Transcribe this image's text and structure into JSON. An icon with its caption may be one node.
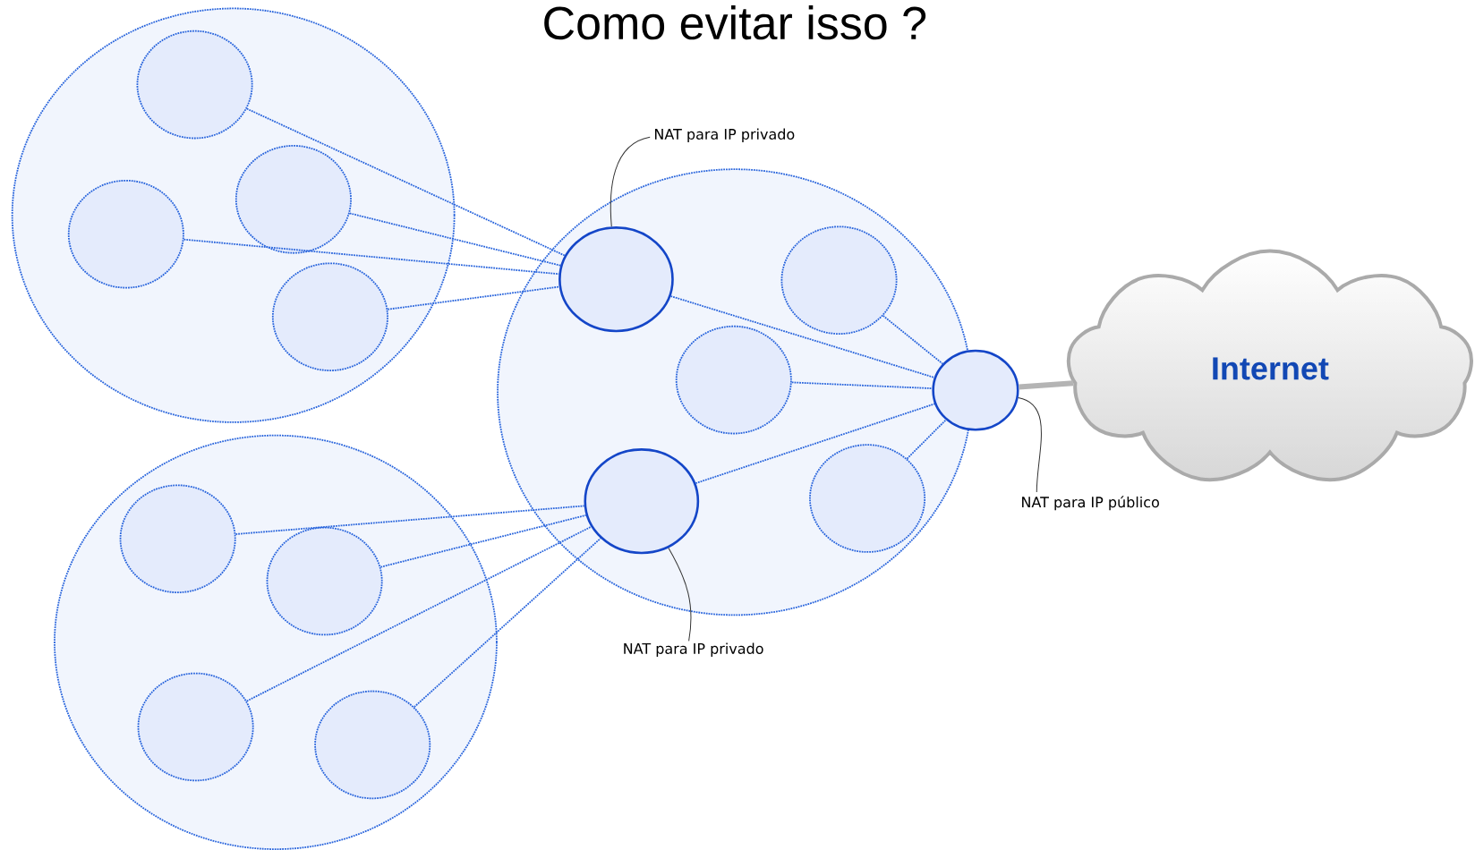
{
  "diagram": {
    "title": "Como evitar isso ?",
    "nodes": [
      {
        "text": [],
        "shape": "circle"
      },
      {
        "text": [],
        "shape": "circle",
        "in": 0
      },
      {
        "text": [],
        "shape": "circle",
        "in": 0
      },
      {
        "text": [],
        "shape": "circle",
        "in": 0
      },
      {
        "text": [],
        "shape": "circle",
        "in": 0
      },
      {
        "text": [],
        "shape": "circle"
      },
      {
        "text": [],
        "shape": "circle",
        "in": 5
      },
      {
        "text": [],
        "shape": "circle",
        "in": 5
      },
      {
        "text": [],
        "shape": "circle",
        "in": 5
      },
      {
        "text": [],
        "shape": "circle",
        "in": 5
      },
      {
        "text": [],
        "shape": "circle"
      },
      {
        "text": [],
        "shape": "circle",
        "in": 10
      },
      {
        "text": [],
        "shape": "circle",
        "in": 10
      },
      {
        "text": [],
        "shape": "circle",
        "in": 10
      },
      {
        "text": [],
        "shape": "circle",
        "in": 10
      },
      {
        "text": [],
        "shape": "circle",
        "in": 10
      },
      {
        "text": [],
        "shape": "circle"
      },
      {
        "text": [
          "Internet"
        ]
      },
      {
        "text": [
          "NAT para IP privado"
        ]
      },
      {
        "text": [
          "NAT para IP privado"
        ]
      },
      {
        "text": [
          "NAT para IP público"
        ]
      }
    ],
    "edges": [
      {
        "from": 1,
        "to": 11,
        "arrow": "none",
        "style": "dashed"
      },
      {
        "from": 2,
        "to": 11,
        "arrow": "none",
        "style": "dashed"
      },
      {
        "from": 3,
        "to": 11,
        "arrow": "none",
        "style": "dashed"
      },
      {
        "from": 4,
        "to": 11,
        "arrow": "none",
        "style": "dashed"
      },
      {
        "from": 6,
        "to": 14,
        "arrow": "none",
        "style": "dashed"
      },
      {
        "from": 7,
        "to": 14,
        "arrow": "none",
        "style": "dashed"
      },
      {
        "from": 8,
        "to": 14,
        "arrow": "none",
        "style": "dashed"
      },
      {
        "from": 9,
        "to": 14,
        "arrow": "none",
        "style": "dashed"
      },
      {
        "from": 11,
        "to": 16,
        "arrow": "none",
        "style": "dashed"
      },
      {
        "from": 14,
        "to": 16,
        "arrow": "none",
        "style": "dashed"
      },
      {
        "from": 12,
        "to": 16,
        "arrow": "none",
        "style": "dashed"
      },
      {
        "from": 13,
        "to": 16,
        "arrow": "none",
        "style": "dashed"
      },
      {
        "from": 15,
        "to": 16,
        "arrow": "none",
        "style": "dashed"
      },
      {
        "from": 16,
        "to": 17,
        "arrow": "none",
        "style": "thick",
        "color": "#b4b4b4"
      },
      {
        "from": 18,
        "to": 11,
        "arrow": "none",
        "color": "#333333"
      },
      {
        "from": 19,
        "to": 14,
        "arrow": "none",
        "color": "#333333"
      },
      {
        "from": 20,
        "to": 16,
        "arrow": "none",
        "color": "#333333"
      }
    ]
  }
}
